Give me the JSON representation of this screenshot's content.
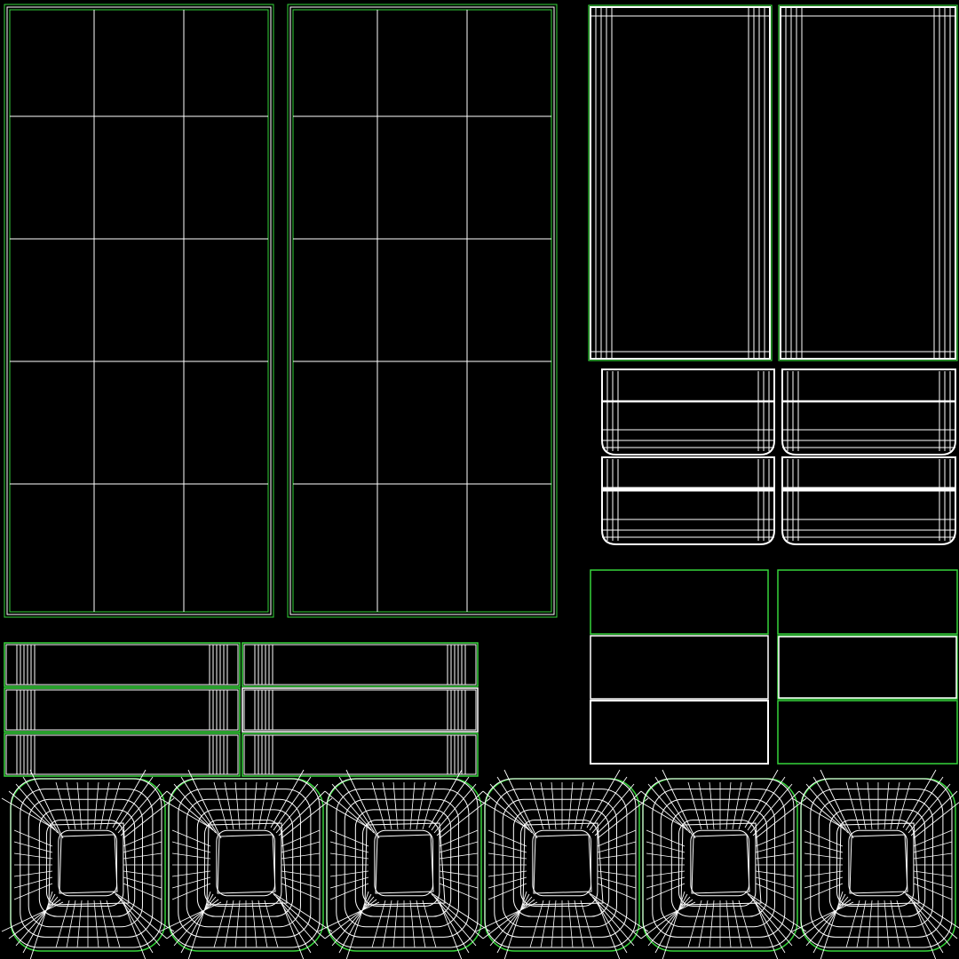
{
  "colors": {
    "background": "#000000",
    "wire": "#ffffff",
    "border": "#35d43a"
  },
  "tall_panels": {
    "cols": 3,
    "rows": 5
  },
  "door_panels": {
    "count": 2
  },
  "drawer_fronts": {
    "count": 4
  },
  "plain_blocks": {
    "count": 6
  },
  "rail_strips": {
    "count": 6
  },
  "cushion_tiles": {
    "count": 6
  }
}
